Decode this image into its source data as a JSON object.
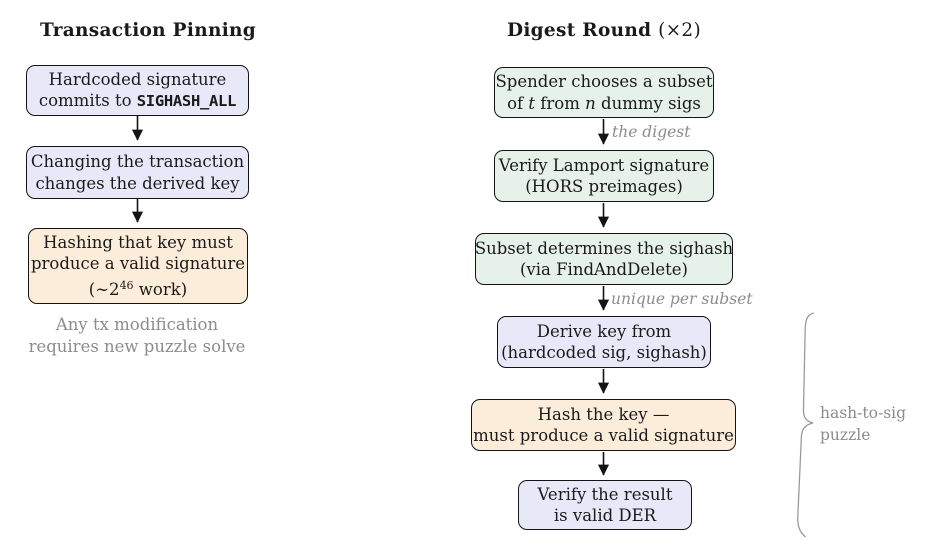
{
  "left_column": {
    "title": "Transaction Pinning",
    "box1": {
      "line1": "Hardcoded signature",
      "line2_text": "commits to ",
      "line2_code": "SIGHASH_ALL"
    },
    "box2": {
      "line1": "Changing the transaction",
      "line2": "changes the derived key"
    },
    "box3": {
      "line1": "Hashing that key must",
      "line2": "produce a valid signature",
      "line3_open": "(∼2",
      "line3_sup": "46",
      "line3_close": " work)"
    },
    "note": {
      "line1": "Any tx modification",
      "line2": "requires new puzzle solve"
    }
  },
  "right_column": {
    "title": "Digest Round",
    "title_math": "(×2)",
    "box1": {
      "line1": "Spender chooses a subset",
      "line2_parts": {
        "p0": "of ",
        "p1": "t",
        "p2": " from ",
        "p3": "n",
        "p4": " dummy sigs"
      }
    },
    "edge1_label": "the digest",
    "box2": {
      "line1": "Verify Lamport signature",
      "line2": "(HORS preimages)"
    },
    "box3": {
      "line1": "Subset determines the sighash",
      "line2": "(via FindAndDelete)"
    },
    "edge3_label": "unique per subset",
    "box4": {
      "line1": "Derive key from",
      "line2": "(hardcoded sig, sighash)"
    },
    "box5": {
      "line1": "Hash the key —",
      "line2": "must produce a valid signature"
    },
    "box6": {
      "line1": "Verify the result",
      "line2": "is valid DER"
    },
    "brace_label": {
      "line1": "hash-to-sig",
      "line2": "puzzle"
    }
  },
  "colors": {
    "lavender": "#e8e8f8",
    "mint": "#e6f1ea",
    "peach": "#fcedda",
    "gray_text": "#8c8c8c",
    "line_black": "#141414",
    "brace_gray": "#9a9a9a"
  }
}
